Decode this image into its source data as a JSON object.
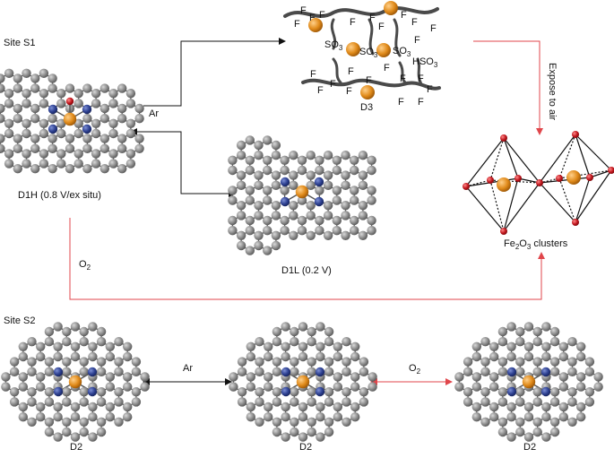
{
  "site_s1": "Site S1",
  "site_s2": "Site S2",
  "labels": {
    "d1h": "D1H (0.8 V/ex situ)",
    "d1l": "D1L (0.2 V)",
    "d3": "D3",
    "d2_left": "D2",
    "d2_middle": "D2",
    "d2_right": "D2",
    "fe2o3_prefix": "Fe",
    "fe2o3_sub1": "2",
    "fe2o3_o": "O",
    "fe2o3_sub2": "3",
    "fe2o3_suffix": " clusters"
  },
  "arrows": {
    "ar_top": "Ar",
    "ar_bottom": "Ar",
    "o2_left_main": "O",
    "o2_left_sub": "2",
    "o2_right_main": "O",
    "o2_right_sub": "2",
    "expose_to_air": "Expose to air"
  },
  "polymer": {
    "f": "F",
    "so3": "SO",
    "so3_sub": "3",
    "hso3": "HSO",
    "hso3_sub": "3"
  },
  "colors": {
    "carbon": "#8a8a8a",
    "nitrogen": "#2c3f8f",
    "iron": "#e08a1a",
    "oxygen": "#c0151c",
    "bond": "#555555",
    "red_arrow": "#e0464b",
    "black_arrow": "#111111"
  }
}
